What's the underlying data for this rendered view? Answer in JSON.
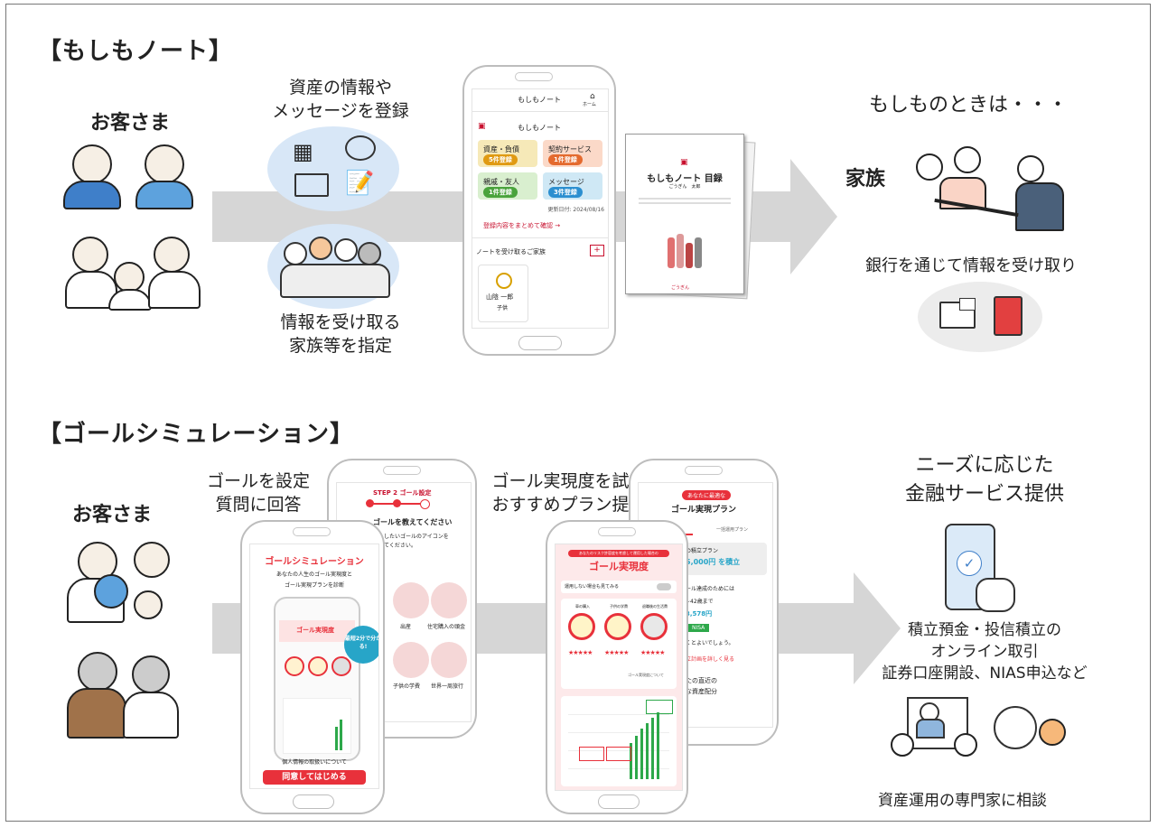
{
  "section_top": {
    "title": "【もしもノート】",
    "customer_label": "お客さま",
    "caption_register": "資産の情報や\nメッセージを登録",
    "caption_family": "情報を受け取る\n家族等を指定",
    "phone": {
      "header": "もしもノート",
      "home_label": "ホーム",
      "card_title": "もしもノート",
      "tiles": [
        {
          "label": "資産・負債",
          "badge": "5件登録",
          "color": "#f6e9b8",
          "badge_color": "#e09a12"
        },
        {
          "label": "契約サービス",
          "badge": "1件登録",
          "color": "#fbd9c8",
          "badge_color": "#e46a2e"
        },
        {
          "label": "親戚・友人",
          "badge": "1件登録",
          "color": "#d9efcf",
          "badge_color": "#4aa33c"
        },
        {
          "label": "メッセージ",
          "badge": "3件登録",
          "color": "#cfe8f5",
          "badge_color": "#2c8fd0"
        }
      ],
      "updated": "更新日付: 2024/08/16",
      "confirm_link": "登録内容をまとめて確認 →",
      "family_heading": "ノートを受け取るご家族",
      "family_name": "山陰 一郎",
      "family_relation": "子供"
    },
    "doc": {
      "title": "もしもノート 目録",
      "subtitle": "ごうぎん　太郎",
      "footer": "ごうぎん"
    },
    "right_title": "もしものときは・・・",
    "family_label": "家族",
    "receive_caption": "銀行を通じて情報を受け取り"
  },
  "section_bottom": {
    "title": "【ゴールシミュレーション】",
    "customer_label": "お客さま",
    "caption_goal": "ゴールを設定\n質問に回答",
    "caption_trial": "ゴール実現度を試算\nおすすめプラン提示",
    "phone1": {
      "title": "ゴールシミュレーション",
      "line1": "あなたの人生のゴール実現度と",
      "line2": "ゴール実現プランを診断",
      "bubble": "最短2分で分かる!",
      "inner_title": "ゴール実現度",
      "privacy": "個人情報の取扱いについて",
      "start_button": "同意してはじめる"
    },
    "phone2": {
      "step": "STEP 2  ゴール設定",
      "question": "ゴールを教えてください",
      "sub": "したいゴールのアイコンを",
      "sub2": "てください。",
      "items": [
        "出産",
        "住宅購入の頭金",
        "子供の学費",
        "世界一周旅行"
      ]
    },
    "phone3": {
      "banner": "あなたのリスク許容度を考慮して運用した場合の",
      "title": "ゴール実現度",
      "toggle": "運用しない場合も見てみる",
      "goals": [
        "車の購入",
        "子供の学費",
        "退職後の生活費"
      ],
      "link": "ゴール実現度について"
    },
    "phone4": {
      "tag": "あなたに最適な",
      "title": "ゴール実現プラン",
      "tab": "一括運用プラン",
      "amount": "5,000円 を積立",
      "plan": "の積立プラン",
      "l1": "ール達成のためには",
      "l2": "~42歳まで",
      "l3": "3,578円",
      "nisa": "NISA",
      "l4": "くとよいでしょう。",
      "link": "立計画を詳しく見る",
      "l5": "たの直近の",
      "l6": "な資産配分"
    },
    "right_title": "ニーズに応じた\n金融サービス提供",
    "services": "積立預金・投信積立の\nオンライン取引\n証券口座開設、NIAS申込など",
    "consult": "資産運用の専門家に相談"
  }
}
